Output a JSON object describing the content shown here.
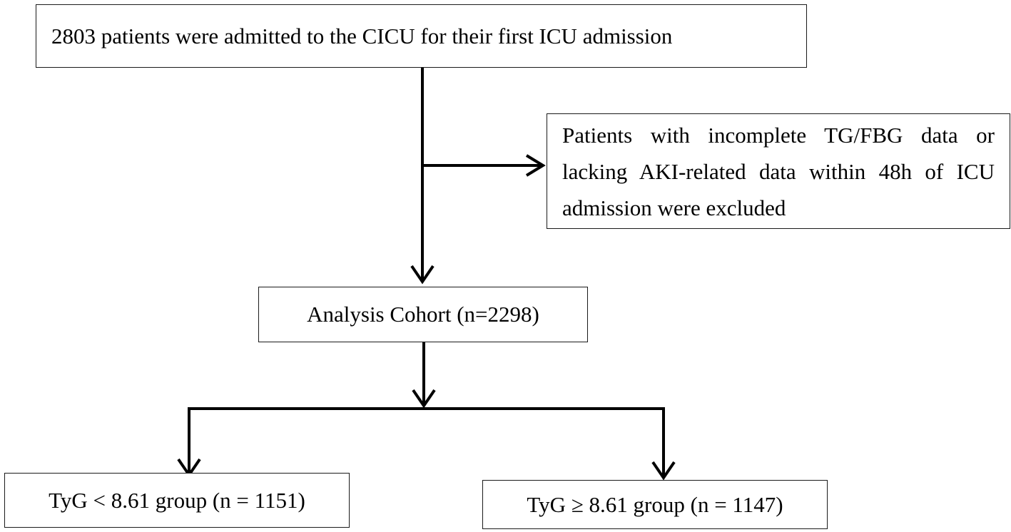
{
  "nodes": {
    "start": "2803 patients were admitted to the CICU for their first ICU admission",
    "exclusion": "Patients with incomplete TG/FBG data or lacking AKI-related data within 48h of ICU admission were excluded",
    "cohort": "Analysis Cohort (n=2298)",
    "group_low": "TyG < 8.61 group (n = 1151)",
    "group_high": "TyG ≥ 8.61 group (n = 1147)"
  },
  "colors": {
    "line": "#000000",
    "border": "#1a1a1a",
    "background": "#ffffff"
  }
}
